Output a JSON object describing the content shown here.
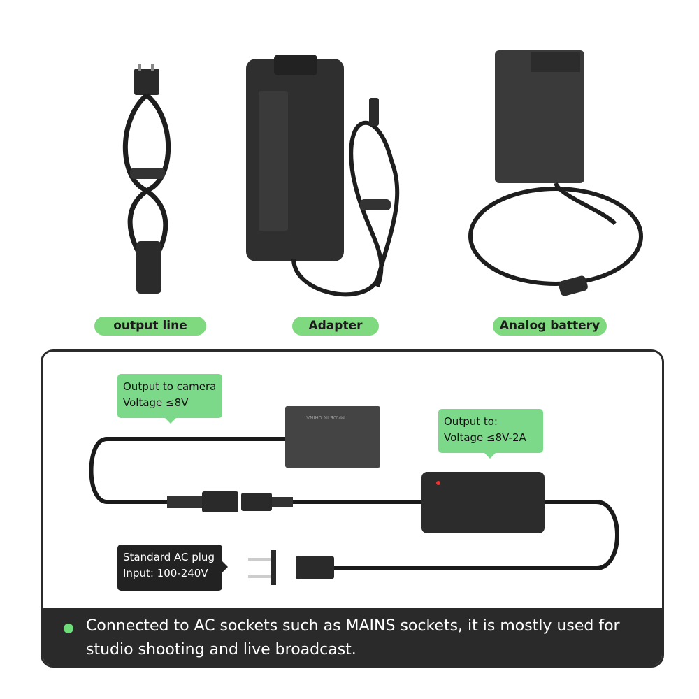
{
  "products": {
    "labels": [
      "output line",
      "Adapter",
      "Analog battery"
    ]
  },
  "diagram": {
    "callout_camera": {
      "line1": "Output to camera",
      "line2": "Voltage ≤8V"
    },
    "callout_adapter": {
      "line1": "Output to:",
      "line2": "Voltage ≤8V-2A"
    },
    "callout_plug": {
      "line1": "Standard AC plug",
      "line2": "Input: 100-240V"
    },
    "battery_marking": "MADE IN CHINA"
  },
  "footer": {
    "text": "Connected to AC sockets such as MAINS sockets, it is mostly used for studio shooting and live broadcast."
  },
  "colors": {
    "accent_green": "#7fd97f",
    "dark": "#2a2a2a"
  }
}
